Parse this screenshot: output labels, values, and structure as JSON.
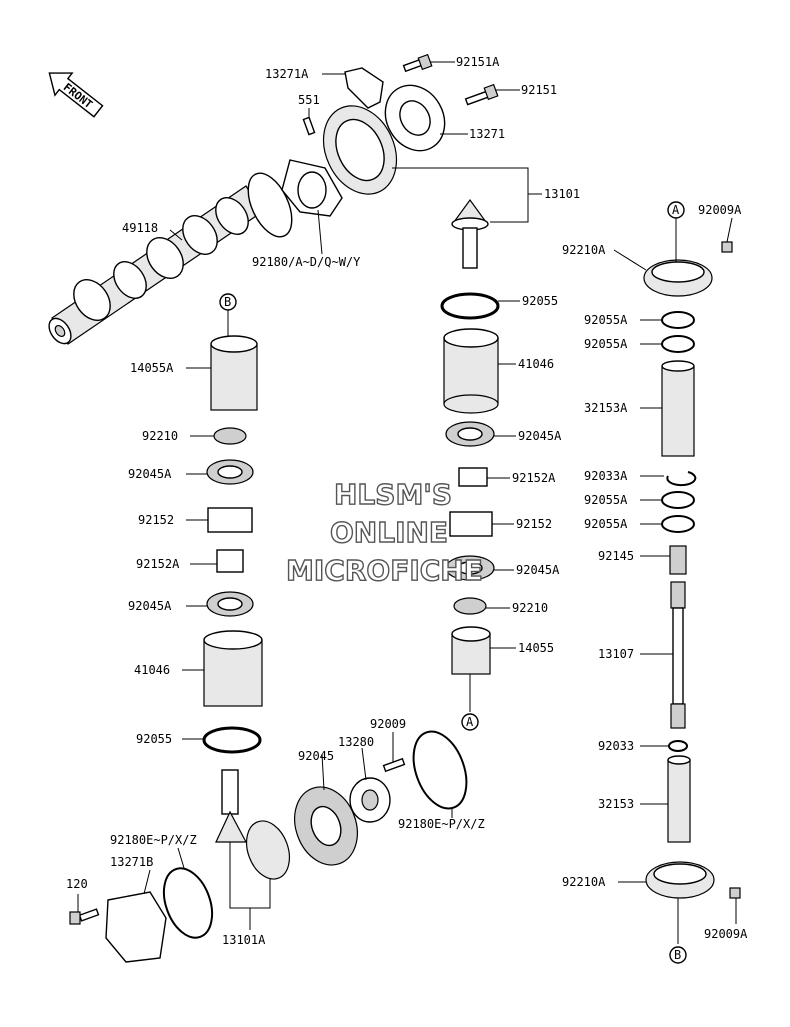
{
  "front_arrow": "FRONT",
  "watermark": [
    "HLSM'S",
    "ONLINE",
    "MICROFICHE"
  ],
  "parts": {
    "p13271A": "13271A",
    "p92151A": "92151A",
    "p92151": "92151",
    "p551": "551",
    "p13271": "13271",
    "p13101": "13101",
    "p49118": "49118",
    "p92180AY": "92180/A~D/Q~W/Y",
    "p92009A_top": "92009A",
    "p92210A_top": "92210A",
    "p92055_mid": "92055",
    "p92055A_1": "92055A",
    "p92055A_2": "92055A",
    "p14055A": "14055A",
    "p41046_mid": "41046",
    "p32153A": "32153A",
    "p92210_left": "92210",
    "p92045A_mid": "92045A",
    "p92045A_left1": "92045A",
    "p92152A_mid": "92152A",
    "p92033A": "92033A",
    "p92055A_3": "92055A",
    "p92152_left": "92152",
    "p92152_mid": "92152",
    "p92055A_4": "92055A",
    "p92152A_left": "92152A",
    "p92045A_mid2": "92045A",
    "p92145": "92145",
    "p92045A_left2": "92045A",
    "p92210_mid": "92210",
    "p41046_left": "41046",
    "p14055": "14055",
    "p13107": "13107",
    "p92009": "92009",
    "p92055_left": "92055",
    "p13280": "13280",
    "p92045": "92045",
    "p92033": "92033",
    "p32153": "32153",
    "p92180EZ_right": "92180E~P/X/Z",
    "p92180EZ_left": "92180E~P/X/Z",
    "p13271B": "13271B",
    "p92210A_bot": "92210A",
    "p120": "120",
    "p13101A": "13101A",
    "p92009A_bot": "92009A"
  },
  "markers": {
    "A_top": "A",
    "B_left": "B",
    "A_mid": "A",
    "B_bottom": "B"
  }
}
